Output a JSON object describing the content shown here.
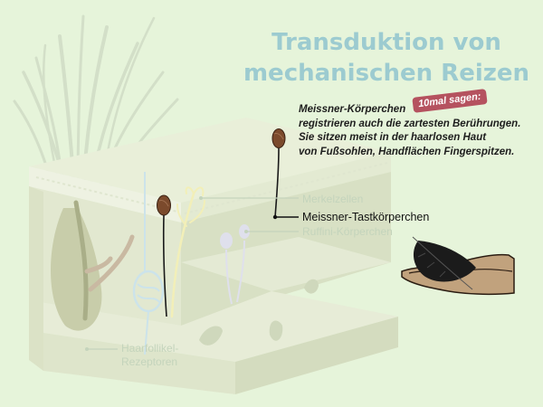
{
  "title": {
    "line1": "Transduktion von",
    "line2": "mechanischen Reizen"
  },
  "badge": "10mal sagen:",
  "description": {
    "line1": "Meissner-Körperchen",
    "line2": "registrieren auch die zartesten Berührungen.",
    "line3": "Sie sitzen meist in der haarlosen Haut",
    "line4": "von Fußsohlen, Handflächen Fingerspitzen."
  },
  "labels": {
    "merkel": "Merkelzellen",
    "meissner": "Meissner-Tastkörperchen",
    "ruffini": "Ruffini-Körperchen",
    "hair_line1": "Haarfollikel-",
    "hair_line2": "Rezeptoren"
  },
  "colors": {
    "background": "#e6f4da",
    "title": "#9ccbd0",
    "badge": "#b5525f",
    "highlight_line": "#111111",
    "faded_label": "#c4d4bc"
  },
  "icons": {
    "hand": "hand-icon",
    "feather": "feather-icon"
  }
}
